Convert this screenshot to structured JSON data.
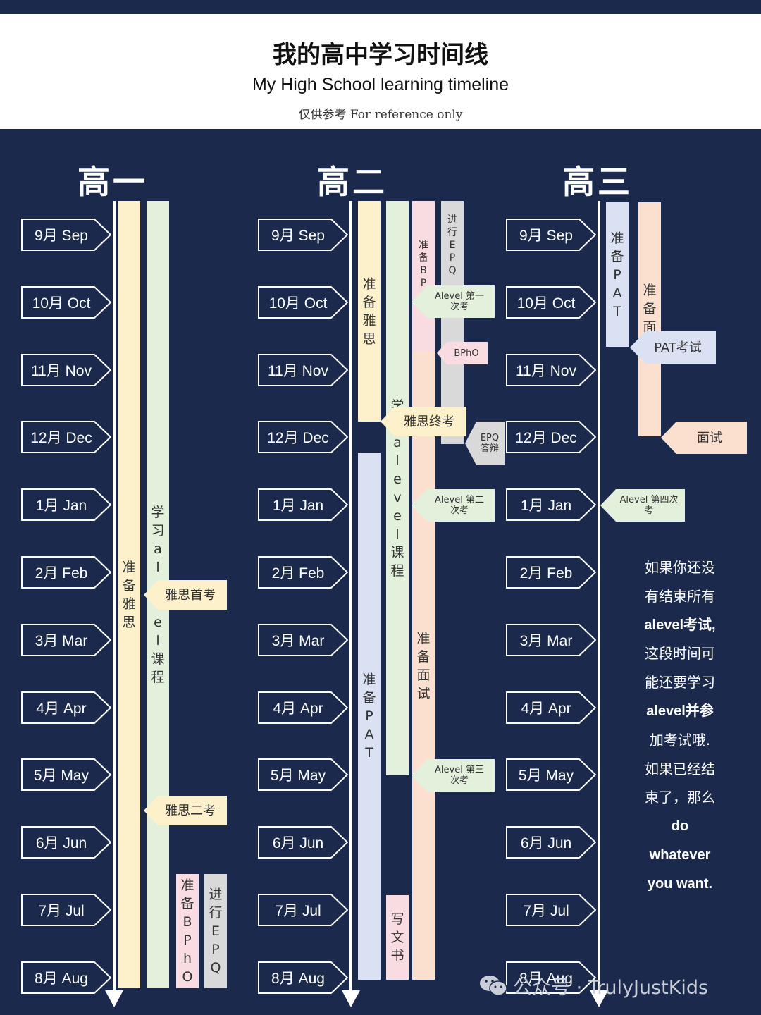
{
  "header": {
    "title_cn": "我的高中学习时间线",
    "title_en": "My High School learning timeline",
    "note": "仅供参考 For reference only"
  },
  "years": [
    "高一",
    "高二",
    "高三"
  ],
  "months": [
    "9月 Sep",
    "10月 Oct",
    "11月 Nov",
    "12月 Dec",
    "1月 Jan",
    "2月 Feb",
    "3月 Mar",
    "4月 Apr",
    "5月 May",
    "6月 Jun",
    "7月 Jul",
    "8月 Aug"
  ],
  "bars": {
    "y1_ielts": "准备雅思",
    "y1_alevel": "学习alevel课程",
    "y1_bpho": "准备BPhO",
    "y1_epq": "进行EPQ",
    "y2_ielts": "准备雅思",
    "y2_alevel": "学习alevel课程",
    "y2_pat": "准备PAT",
    "y2_bpho": "准备BPhO",
    "y2_epq": "进行EPQ",
    "y2_interview": "准备面试",
    "y2_ps": "写文书",
    "y3_pat": "准备PAT",
    "y3_interview": "准备面"
  },
  "tags": {
    "y1_ielts_first": "雅思首考",
    "y1_ielts_second": "雅思二考",
    "y2_alevel_1": "Alevel 第一次考",
    "y2_bpho": "BPhO",
    "y2_ielts_final": "雅思终考",
    "y2_epq_defense": "EPQ答辩",
    "y2_alevel_2": "Alevel 第二次考",
    "y2_alevel_3": "Alevel 第三次考",
    "y3_pat_exam": "PAT考试",
    "y3_interview": "面试",
    "y3_alevel_4": "Alevel 第四次考"
  },
  "note_lines": [
    "如果你还没",
    "有结束所有",
    "alevel考试,",
    "这段时间可",
    "能还要学习",
    "alevel并参",
    "加考试哦.",
    "如果已经结",
    "束了，那么",
    "do",
    "whatever",
    "you want."
  ],
  "footer": {
    "text": "公众号 · TrulyJustKids",
    "icon": "wechat-icon"
  },
  "colors": {
    "background": "#1b2a4c",
    "ielts": "#fdf1cc",
    "alevel": "#e3f0dc",
    "pat": "#dae1f3",
    "bpho": "#f9dce2",
    "epq": "#d9d9d9",
    "interview": "#fbe0cf"
  }
}
